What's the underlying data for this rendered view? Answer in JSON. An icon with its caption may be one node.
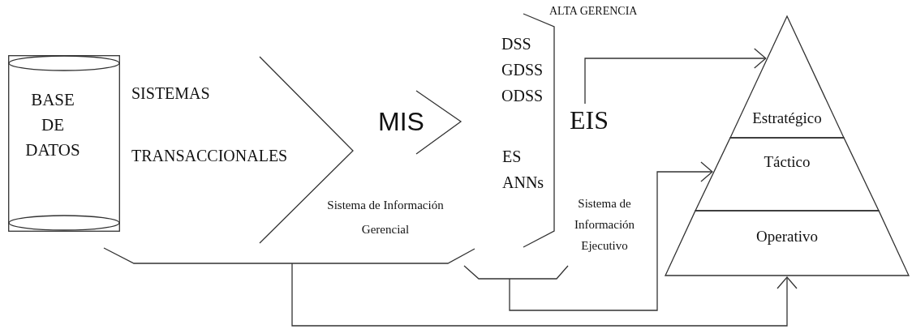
{
  "diagram": {
    "nodes": [
      {
        "text": [
          "BASE DE DATOS"
        ]
      },
      {
        "text": [
          "SISTEMAS TRANSACCIONALES"
        ]
      },
      {
        "text": [
          "MIS"
        ]
      },
      {
        "text": [
          "DSS GDSS ODSS",
          "ES ANNs"
        ]
      },
      {
        "text": [
          "EIS"
        ]
      },
      {
        "text": [
          "Estratégico"
        ]
      },
      {
        "text": [
          "Táctico"
        ]
      },
      {
        "text": [
          "Operativo"
        ]
      }
    ],
    "edges": [
      {
        "from": 4,
        "to": 5,
        "arrow": "to"
      },
      {
        "from": null,
        "to": 6,
        "arrow": "to"
      },
      {
        "from": null,
        "to": 7,
        "arrow": "to"
      }
    ],
    "labels": [
      "ALTA GERENCIA",
      "Sistema de Información Gerencial",
      "Sistema de Información Ejecutivo"
    ]
  }
}
